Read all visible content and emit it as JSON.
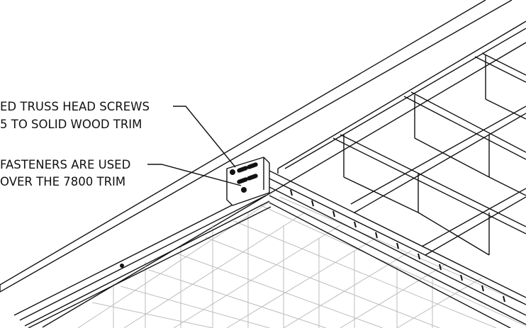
{
  "callouts": {
    "c1_line1": "ED TRUSS HEAD SCREWS",
    "c1_line2": "5 TO SOLID WOOD TRIM",
    "c2_line1": "FASTENERS ARE USED",
    "c2_line2": "OVER THE 7800 TRIM"
  },
  "colors": {
    "ink": "#111111",
    "grid": "#bdbdbd",
    "background": "#ffffff"
  },
  "icons": {
    "slot_screw": "screw-slot-icon",
    "round_fastener": "round-fastener-icon"
  }
}
